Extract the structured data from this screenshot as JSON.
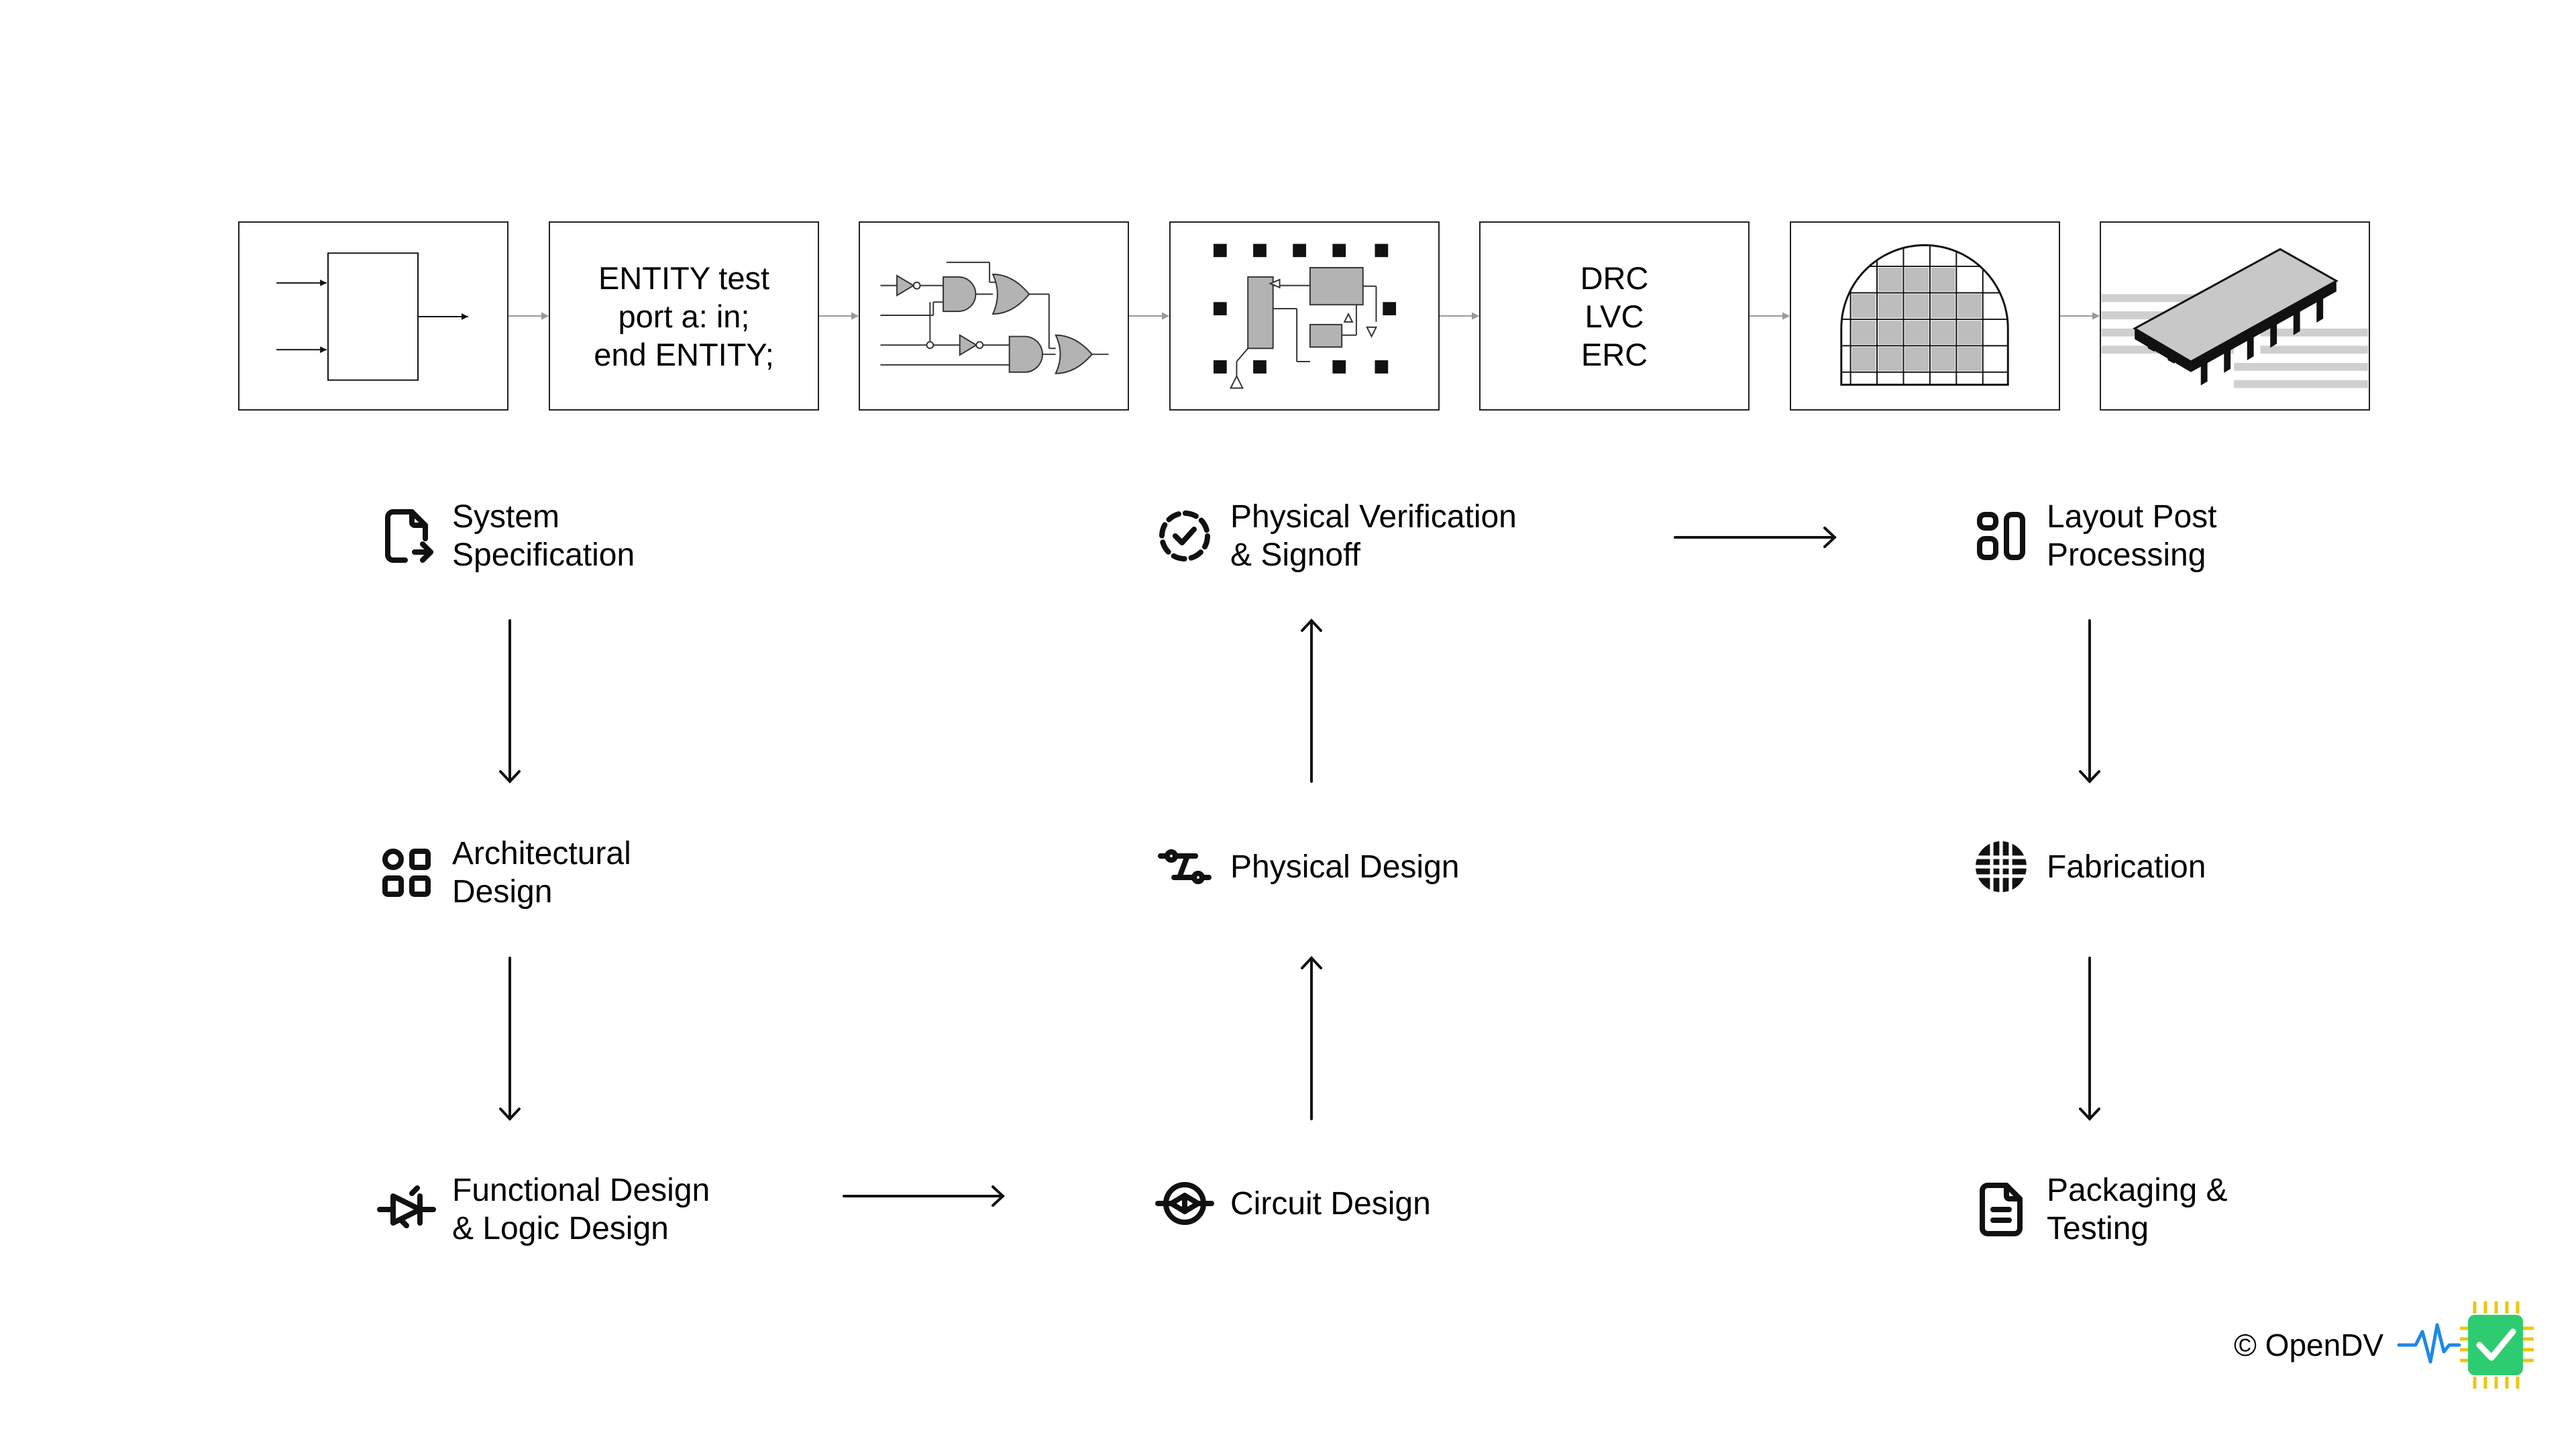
{
  "boxes": {
    "entity_code": [
      "ENTITY test",
      "port a: in;",
      "end ENTITY;"
    ],
    "checks": [
      "DRC",
      "LVC",
      "ERC"
    ]
  },
  "steps": {
    "system_spec": [
      "System",
      "Specification"
    ],
    "architectural": [
      "Architectural",
      "Design"
    ],
    "functional": [
      "Functional Design",
      "& Logic Design"
    ],
    "circuit": [
      "Circuit Design"
    ],
    "physical": [
      "Physical Design"
    ],
    "verification": [
      "Physical Verification",
      "& Signoff"
    ],
    "layout_post": [
      "Layout Post",
      "Processing"
    ],
    "fabrication": [
      "Fabrication"
    ],
    "packaging": [
      "Packaging &",
      "Testing"
    ]
  },
  "icons": {
    "system_spec": "file-export-icon",
    "architectural": "apps-grid-icon",
    "functional": "diode-icon",
    "circuit": "circuit-icon",
    "physical": "route-icon",
    "verification": "dashed-check-circle-icon",
    "layout_post": "layout-columns-icon",
    "fabrication": "globe-grid-icon",
    "packaging": "document-icon"
  },
  "footer": {
    "copyright": "© OpenDV",
    "logo": "opendv-chip-check-logo"
  },
  "colors": {
    "gate_fill": "#b3b3b3",
    "chip_fill": "#c8c8c8",
    "logo_green": "#2ecc71",
    "logo_blue": "#1e88e5",
    "logo_gold": "#f1c40f"
  }
}
